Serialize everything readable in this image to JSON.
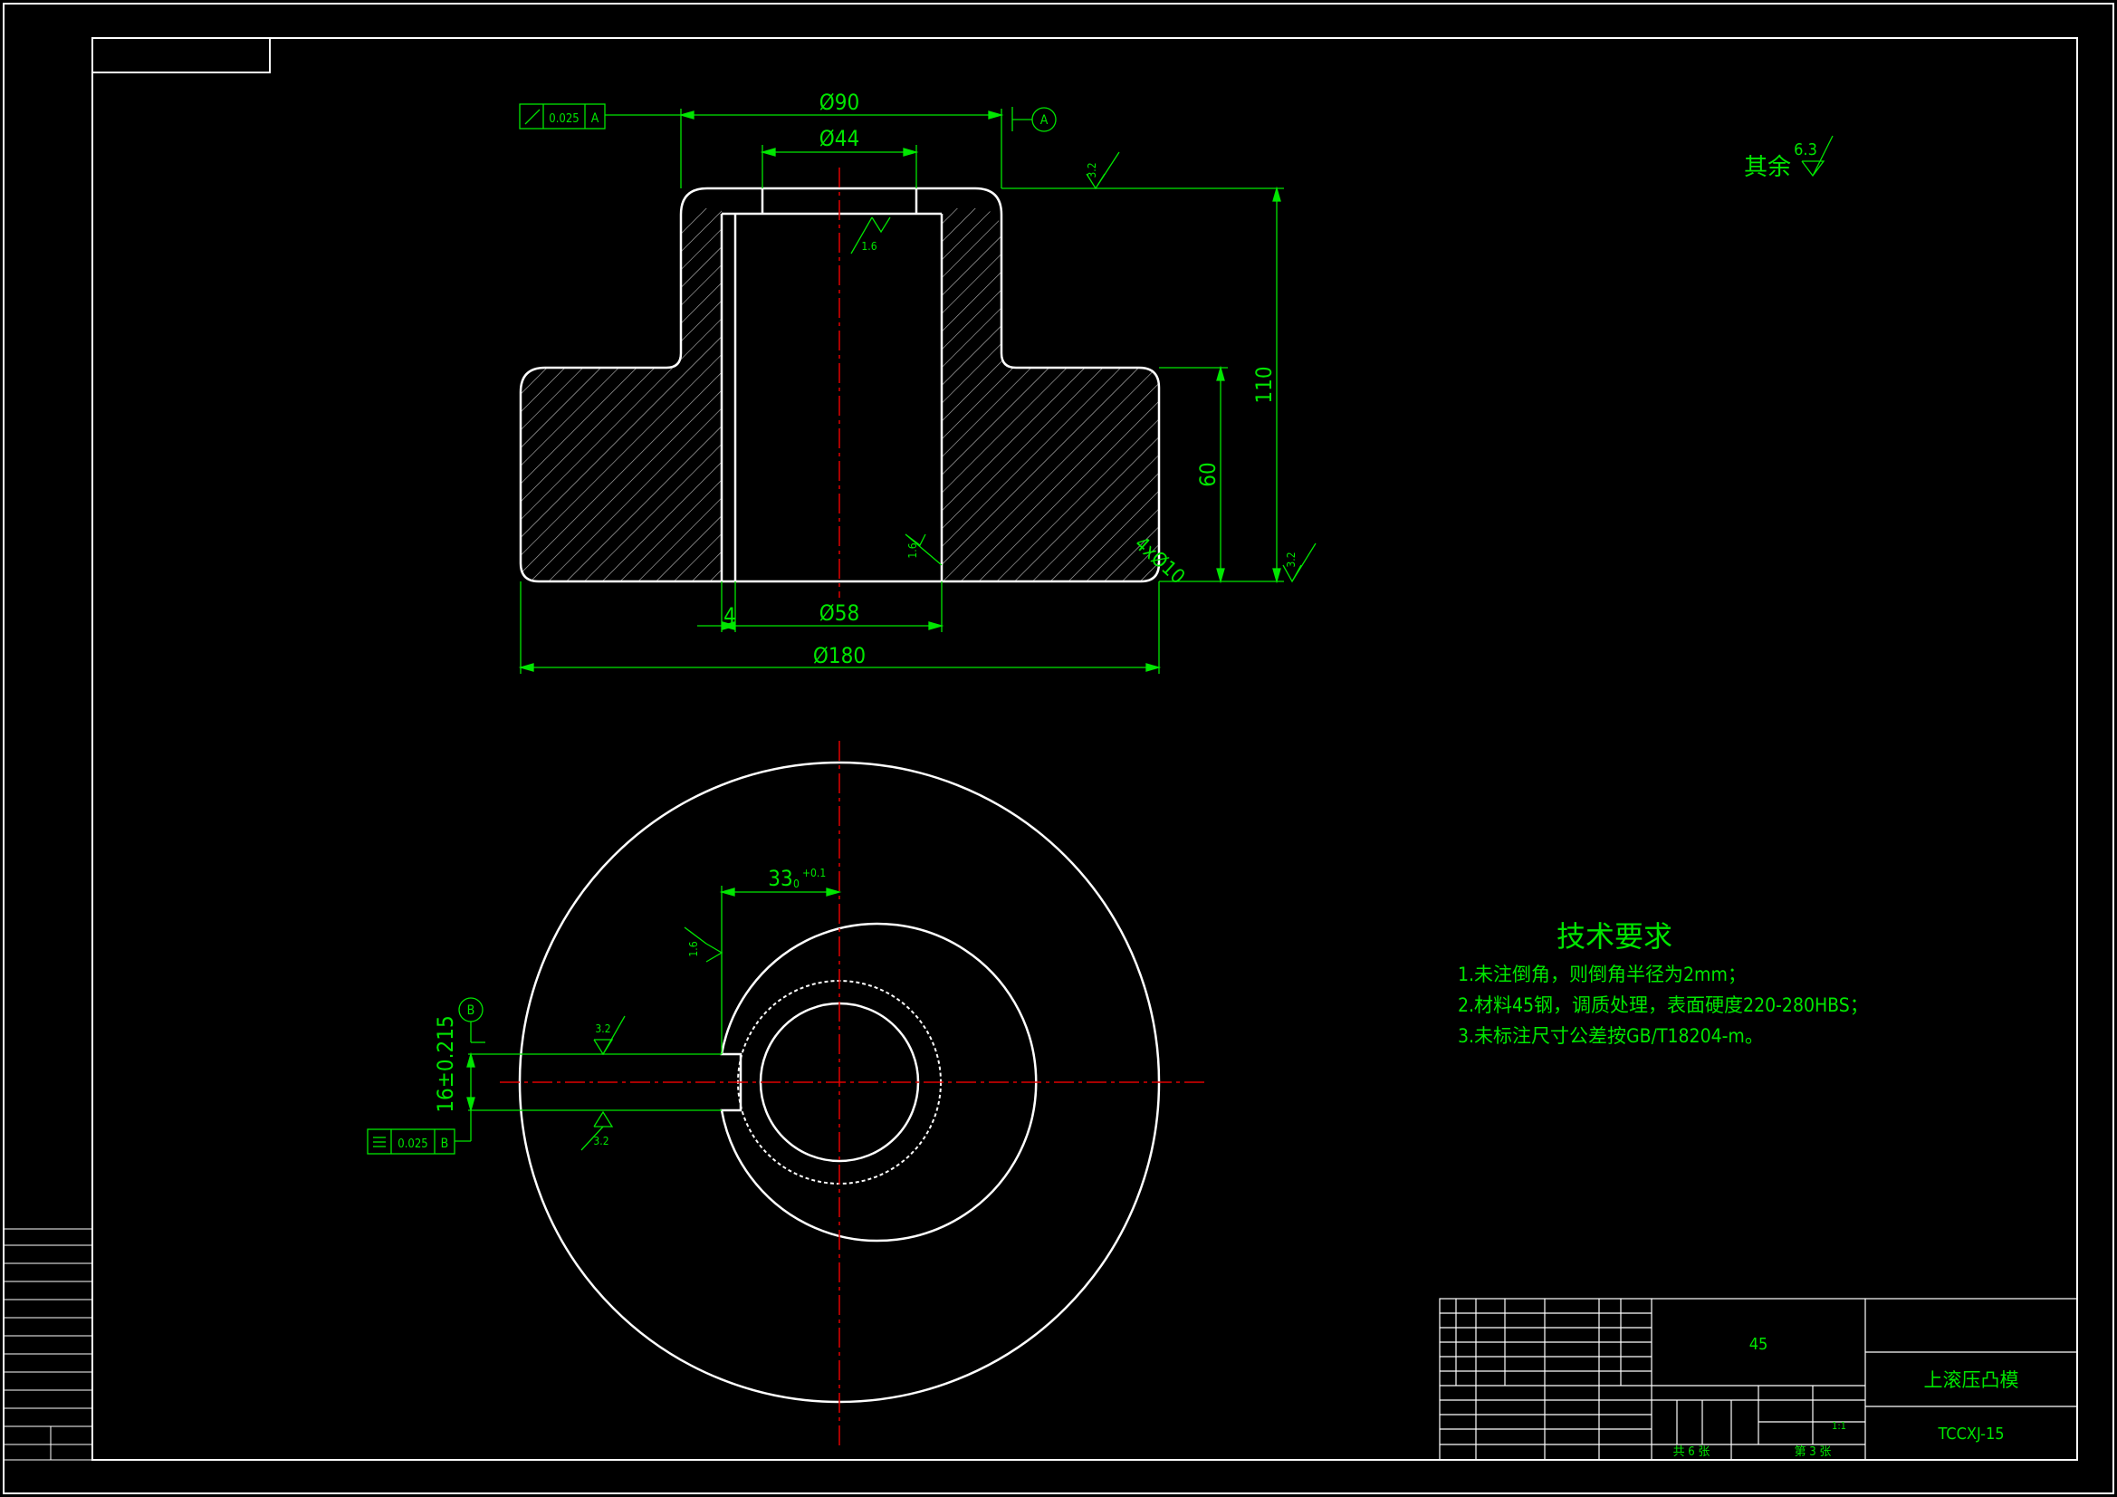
{
  "top_view": {
    "dim_d90": "Ø90",
    "dim_d44": "Ø44",
    "dim_d58": "Ø58",
    "dim_d180": "Ø180",
    "dim_4": "4",
    "dim_110": "110",
    "dim_60": "60",
    "dim_holes": "4xØ10",
    "roughness_bore": "1.6",
    "roughness_bore2": "1.6",
    "roughness_top": "3.2",
    "roughness_bottom": "3.2",
    "tolerance_value": "0.025",
    "tolerance_datum": "A",
    "datum_label": "A"
  },
  "default_roughness": {
    "label": "其余",
    "value": "6.3"
  },
  "bottom_view": {
    "dim_33": "33",
    "dim_33_tol_upper": "+0.1",
    "dim_33_tol_lower": "0",
    "dim_16": "16±0.215",
    "roughness_keyway_side": "1.6",
    "roughness_key_top": "3.2",
    "roughness_key_bottom": "3.2",
    "tolerance_value": "0.025",
    "tolerance_datum": "B",
    "datum_label": "B"
  },
  "tech_requirements": {
    "title": "技术要求",
    "items": [
      "1.未注倒角，则倒角半径为2mm；",
      "2.材料45钢，调质处理，表面硬度220-280HBS；",
      "3.未标注尺寸公差按GB/T18204-m。"
    ]
  },
  "title_block": {
    "material": "45",
    "part_name": "上滚压凸模",
    "drawing_number": "TCCXJ-15",
    "scale": "1:1",
    "sheet_label": "共 6 张",
    "sheet_current": "第 3 张"
  },
  "colors": {
    "outline": "#ffffff",
    "dimension": "#00e600",
    "centerline": "#e00000",
    "background": "#000000"
  }
}
